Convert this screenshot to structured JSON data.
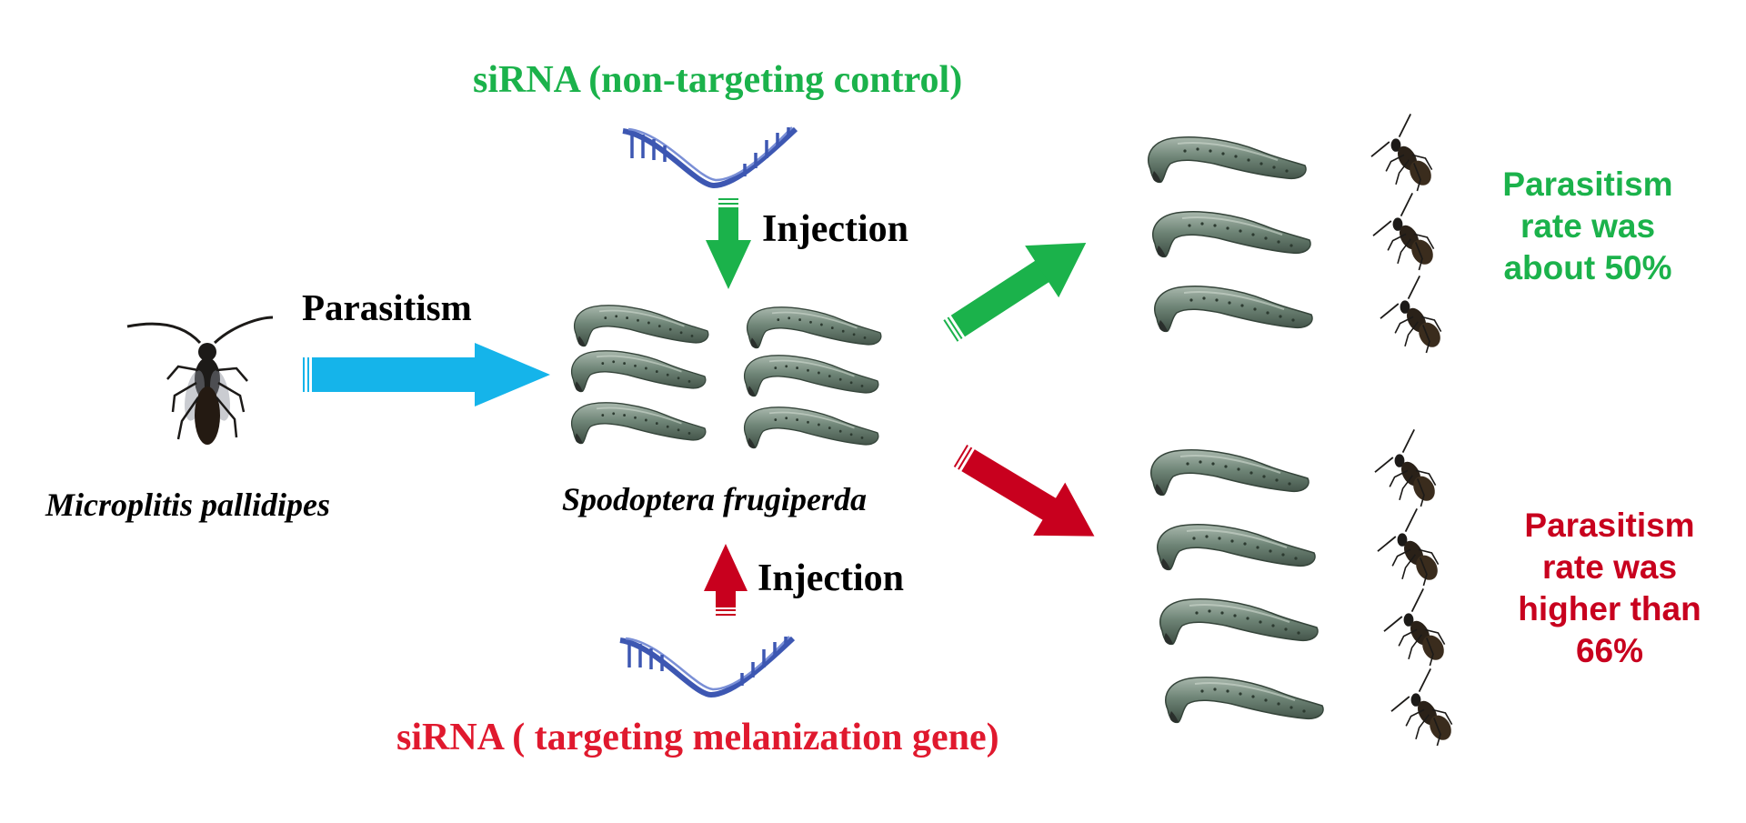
{
  "labels": {
    "top_sirna": "siRNA (non-targeting control)",
    "bottom_sirna": "siRNA ( targeting melanization gene)",
    "injection_top": "Injection",
    "injection_bottom": "Injection",
    "parasitism": "Parasitism",
    "wasp_species": "Microplitis pallidipes",
    "host_species": "Spodoptera frugiperda"
  },
  "results": {
    "control": {
      "line1": "Parasitism",
      "line2": "rate was",
      "line3": "about 50%"
    },
    "treatment": {
      "line1": "Parasitism",
      "line2": "rate was",
      "line3": "higher than",
      "line4": "66%"
    }
  },
  "colors": {
    "green": "#1bb24b",
    "red": "#c8001e",
    "blue": "#15b4ea",
    "rna": "#3d57b2",
    "larva": "#6b7f72",
    "wasp": "#1c1a18"
  },
  "icons": [
    "wasp-icon",
    "larva-icon",
    "sirna-icon",
    "arrow-icon"
  ]
}
